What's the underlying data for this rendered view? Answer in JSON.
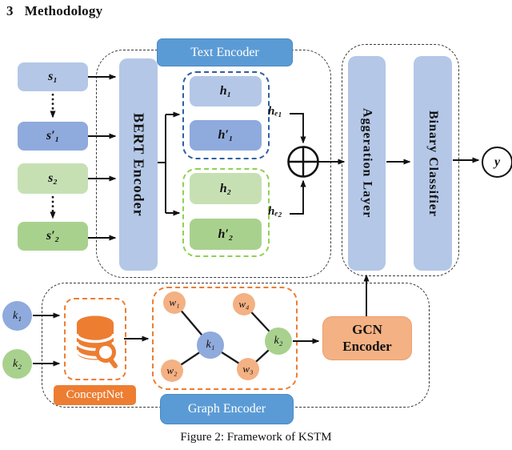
{
  "heading": {
    "number": "3",
    "title": "Methodology"
  },
  "caption": "Figure 2: Framework of KSTM",
  "colors": {
    "accent_blue": "#5b9bd5",
    "light_blue": "#b4c7e7",
    "mid_blue": "#8faadc",
    "light_green": "#c6e0b4",
    "mid_green": "#a9d18e",
    "orange": "#ed7d31",
    "light_orange": "#f4b183"
  },
  "text_encoder": {
    "header": "Text Encoder",
    "bert_label": "BERT Encoder",
    "inputs": {
      "s1": "s₁",
      "s1_prime": "s′₁",
      "s2": "s₂",
      "s2_prime": "s′₂"
    },
    "hidden": {
      "h1": "h₁",
      "h1_prime": "h′₁",
      "h2": "h₂",
      "h2_prime": "h′₂"
    },
    "fused": {
      "he1": "hₑ₁",
      "he2": "hₑ₂"
    }
  },
  "aggregation": {
    "layer_label": "Aggeration Layer",
    "classifier_label": "Binary Classifier",
    "output_label": "y"
  },
  "graph_encoder": {
    "header": "Graph  Encoder",
    "keywords": {
      "k1": "k₁",
      "k2": "k₂"
    },
    "conceptnet_label": "ConceptNet",
    "gcn_label": "GCN Encoder",
    "nodes": {
      "w1": "w₁",
      "w2": "w₂",
      "w3": "w₃",
      "w4": "w₄",
      "k1": "k₁",
      "k2": "k₂"
    },
    "icons": {
      "database": "database-icon",
      "magnifier": "magnifier-icon"
    }
  }
}
